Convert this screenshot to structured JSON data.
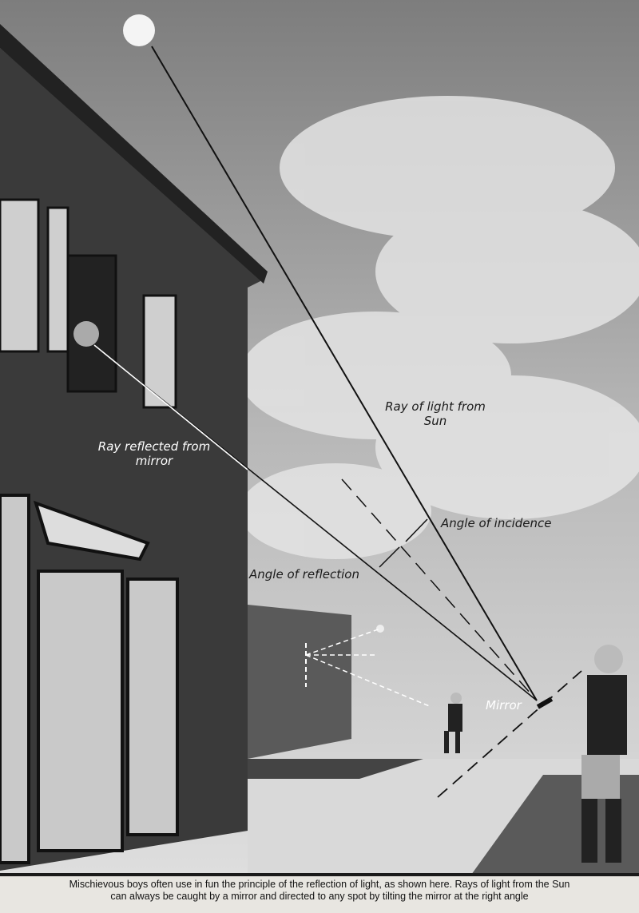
{
  "labels": {
    "ray_from_sun": "Ray of light from Sun",
    "ray_reflected": "Ray reflected from mirror",
    "angle_incidence": "Angle of incidence",
    "angle_reflection": "Angle of reflection",
    "mirror": "Mirror"
  },
  "caption": {
    "line1": "Mischievous boys often use in fun the principle of the reflection of light, as shown here.  Rays of light from the Sun",
    "line2": "can always be caught by a mirror and directed to any spot by tilting the mirror at the right angle"
  }
}
